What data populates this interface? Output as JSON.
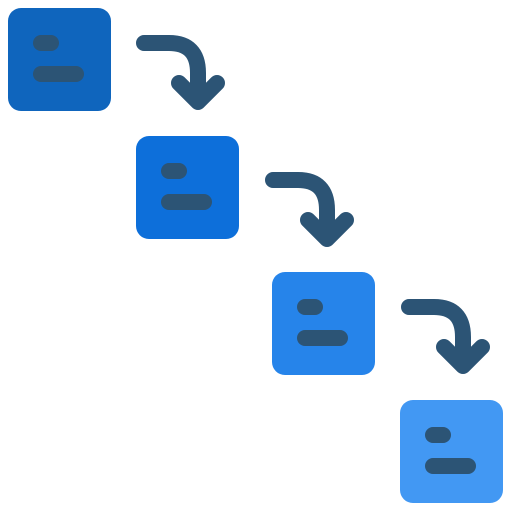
{
  "colors": {
    "background": "#ffffff",
    "line_and_text": "#2c5475",
    "steps": [
      "#0f65bd",
      "#0d6fda",
      "#2684ea",
      "#4298f3"
    ]
  },
  "icons": {
    "step": "document-block-icon",
    "connector": "curved-arrow-down-icon"
  },
  "steps": [
    {
      "id": 1
    },
    {
      "id": 2
    },
    {
      "id": 3
    },
    {
      "id": 4
    }
  ],
  "connectors": [
    {
      "from": 1,
      "to": 2
    },
    {
      "from": 2,
      "to": 3
    },
    {
      "from": 3,
      "to": 4
    }
  ]
}
